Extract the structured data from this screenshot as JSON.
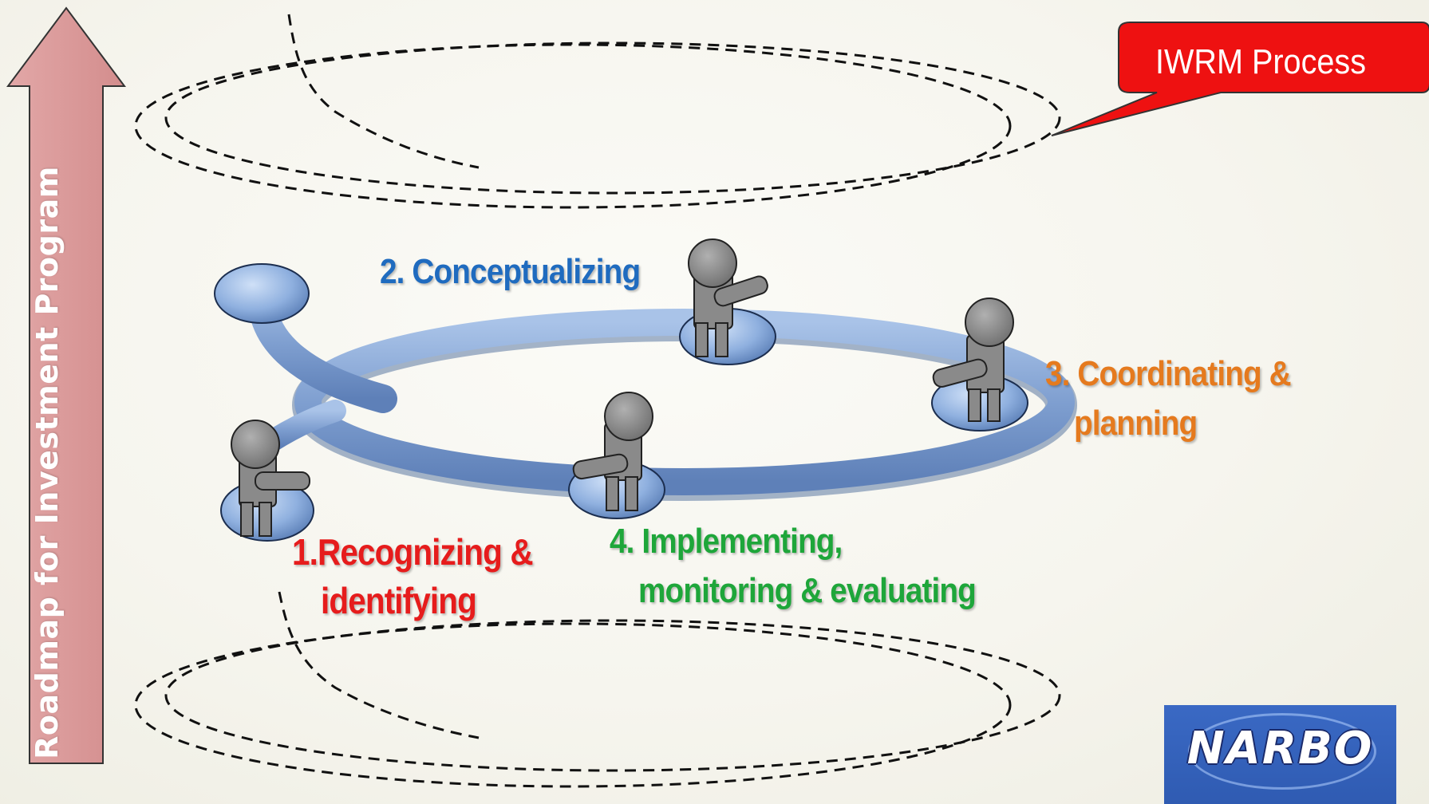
{
  "roadmap": {
    "label": "Roadmap for Investment Program"
  },
  "callout": {
    "label": "IWRM Process"
  },
  "steps": [
    {
      "line1": "1.Recognizing &",
      "line2": "identifying"
    },
    {
      "line1": "2. Conceptualizing",
      "line2": ""
    },
    {
      "line1": "3. Coordinating &",
      "line2": "planning"
    },
    {
      "line1": "4. Implementing,",
      "line2": "monitoring & evaluating"
    }
  ],
  "logo": {
    "text": "NARBO"
  },
  "colors": {
    "arrow": "#db9a9a",
    "callout": "#ee1111",
    "step1": "#e61c1c",
    "step2": "#1f6bbf",
    "step3": "#e57a1e",
    "step4": "#1ea63a",
    "ring": "#7f9fd0",
    "figure": "#8a8a8a"
  }
}
